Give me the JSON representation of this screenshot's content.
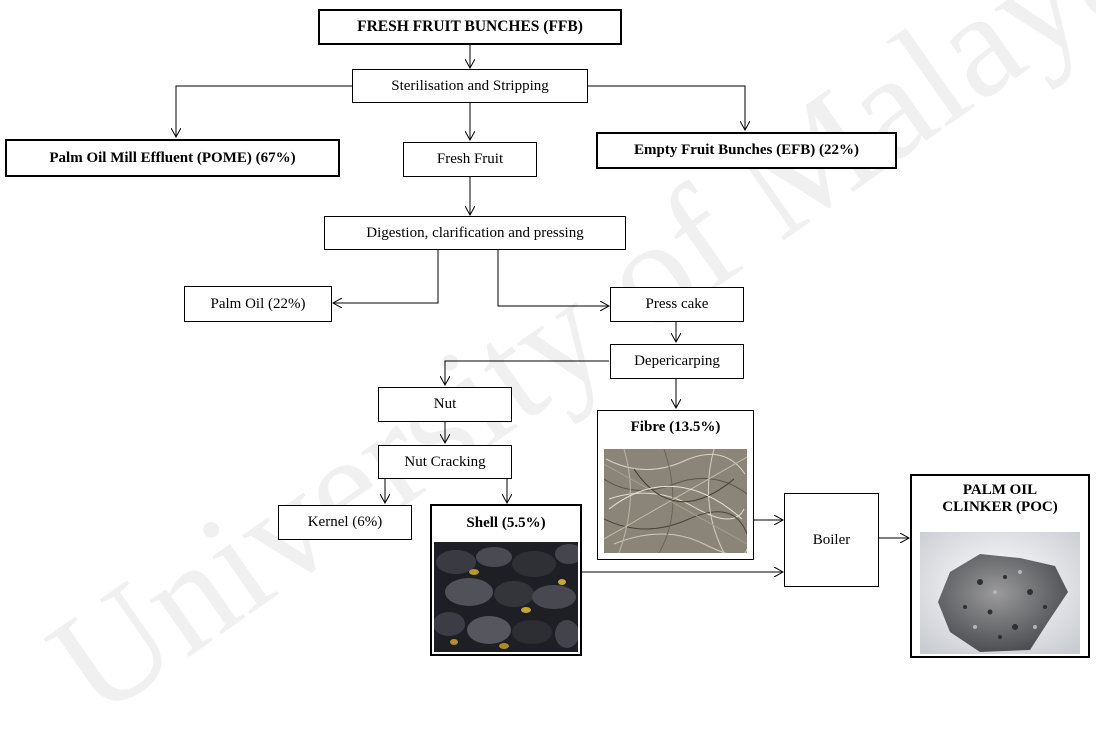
{
  "nodes": {
    "ffb": "FRESH FRUIT BUNCHES (FFB)",
    "sterilisation": "Sterilisation and Stripping",
    "pome": "Palm Oil Mill Effluent (POME) (67%)",
    "fresh_fruit": "Fresh Fruit",
    "efb": "Empty Fruit Bunches (EFB) (22%)",
    "digestion": "Digestion, clarification and pressing",
    "palm_oil": "Palm Oil (22%)",
    "press_cake": "Press cake",
    "depericarping": "Depericarping",
    "nut": "Nut",
    "fibre": "Fibre (13.5%)",
    "nut_cracking": "Nut Cracking",
    "kernel": "Kernel (6%)",
    "shell": "Shell (5.5%)",
    "boiler": "Boiler",
    "poc_line1": "PALM OIL",
    "poc_line2": "CLINKER (POC)"
  },
  "watermark": "University of Malaya",
  "colors": {
    "line": "#000000",
    "watermark": "#d9d9d9"
  }
}
